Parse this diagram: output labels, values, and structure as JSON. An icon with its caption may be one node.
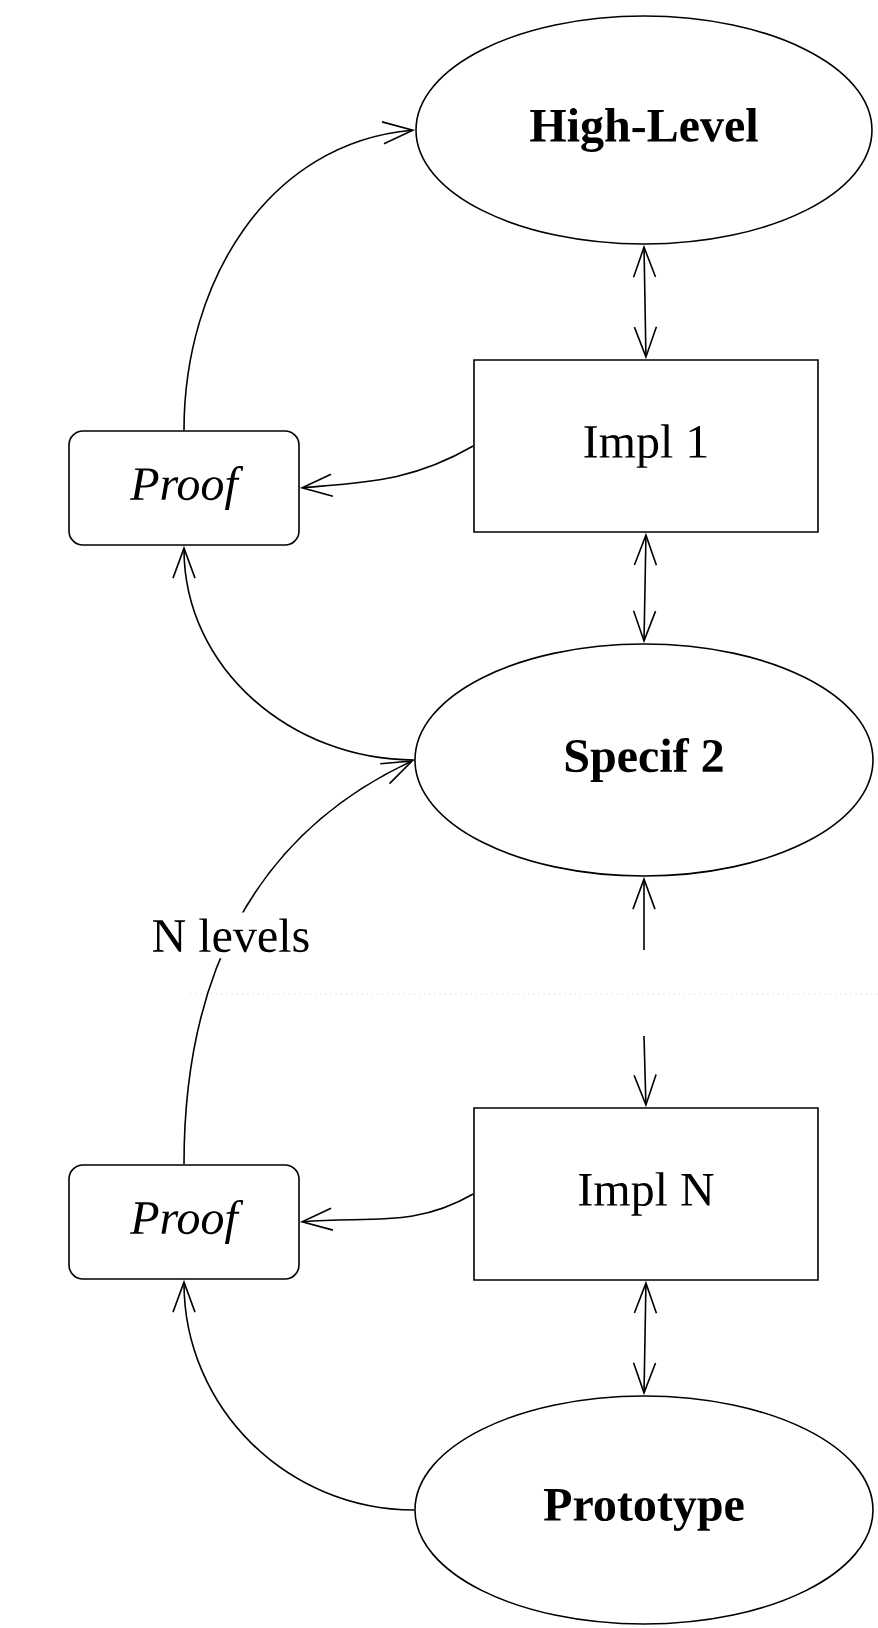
{
  "diagram": {
    "nodes": [
      {
        "text": [
          "High-Level"
        ]
      },
      {
        "text": [
          "Impl 1"
        ]
      },
      {
        "text": [
          "Proof"
        ]
      },
      {
        "text": [
          "Specif 2"
        ]
      },
      {
        "text": [
          "Impl N"
        ]
      },
      {
        "text": [
          "Proof"
        ]
      },
      {
        "text": [
          "Prototype"
        ]
      }
    ],
    "edges": [
      {
        "from": 2,
        "to": 0,
        "arrow": "to"
      },
      {
        "from": 0,
        "to": 1,
        "arrow": "both"
      },
      {
        "from": 1,
        "to": 2,
        "arrow": "to"
      },
      {
        "from": 1,
        "to": 3,
        "arrow": "both"
      },
      {
        "from": 3,
        "to": 2,
        "arrow": "to"
      },
      {
        "from": 5,
        "to": 3,
        "arrow": "to",
        "label": "N levels"
      },
      {
        "from": null,
        "to": 3,
        "arrow": "to"
      },
      {
        "from": null,
        "to": 4,
        "arrow": "to"
      },
      {
        "from": 4,
        "to": 5,
        "arrow": "to"
      },
      {
        "from": 4,
        "to": 6,
        "arrow": "both"
      },
      {
        "from": 6,
        "to": 5,
        "arrow": "to"
      }
    ]
  }
}
